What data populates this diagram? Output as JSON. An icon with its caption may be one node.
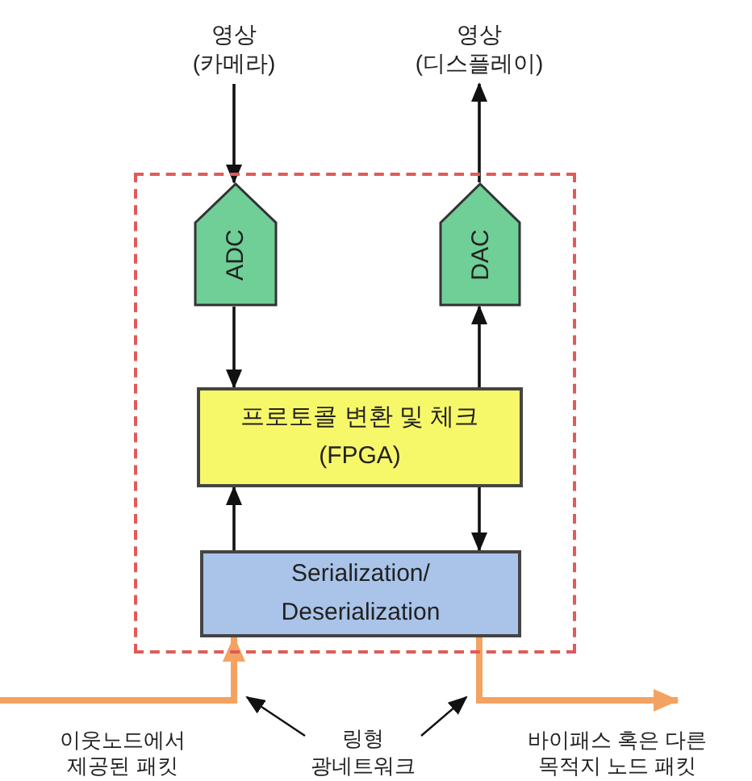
{
  "diagram": {
    "nodes": [
      {
        "text": [
          "영상 (카메라)"
        ]
      },
      {
        "text": [
          "영상 (디스플레이)"
        ]
      },
      {
        "text": [],
        "shape": "box"
      },
      {
        "text": [
          "ADC"
        ],
        "in": 2
      },
      {
        "text": [
          "DAC"
        ],
        "in": 2
      },
      {
        "text": [
          "프로토콜 변환 및 체크 (FPGA)"
        ],
        "in": 2
      },
      {
        "text": [
          "Serialization/ Deserialization"
        ],
        "in": 2
      },
      {
        "text": [
          "링형 광네트워크"
        ]
      }
    ],
    "edges": [
      {
        "from": 0,
        "to": 3,
        "arrow": "to"
      },
      {
        "from": 4,
        "to": 1,
        "arrow": "to"
      },
      {
        "from": 3,
        "to": 5,
        "arrow": "to"
      },
      {
        "from": 5,
        "to": 4,
        "arrow": "to"
      },
      {
        "from": 6,
        "to": 5,
        "arrow": "to"
      },
      {
        "from": 5,
        "to": 6,
        "arrow": "to"
      },
      {
        "from": null,
        "to": 6,
        "arrow": "to",
        "style": "thick",
        "color": "#f4a261"
      },
      {
        "from": 6,
        "to": null,
        "arrow": "to",
        "style": "thick",
        "color": "#f4a261"
      },
      {
        "from": 7,
        "to": null,
        "arrow": "to"
      },
      {
        "from": 7,
        "to": null,
        "arrow": "to"
      }
    ],
    "labels": [
      "이웃노드에서 제공된 패킷",
      "바이패스 혹은 다른 목적지 노드 패킷"
    ]
  }
}
